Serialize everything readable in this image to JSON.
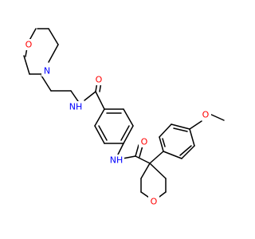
{
  "figure": {
    "kind": "chemical-structure",
    "colors": {
      "bond": "#000000",
      "O": "#ff0000",
      "N": "#0000ff",
      "C": "#000000",
      "background": "#ffffff"
    }
  },
  "atoms": [
    {
      "id": "O_morph",
      "label": "O",
      "element": "O"
    },
    {
      "id": "N_morph",
      "label": "N",
      "element": "N"
    },
    {
      "id": "NH_amide1",
      "label": "NH",
      "element": "N"
    },
    {
      "id": "O_amide1",
      "label": "O",
      "element": "O"
    },
    {
      "id": "NH_amide2",
      "label": "NH",
      "element": "N"
    },
    {
      "id": "O_amide2",
      "label": "O",
      "element": "O"
    },
    {
      "id": "O_methoxy",
      "label": "O",
      "element": "O"
    },
    {
      "id": "O_oxane",
      "label": "O",
      "element": "O"
    }
  ]
}
